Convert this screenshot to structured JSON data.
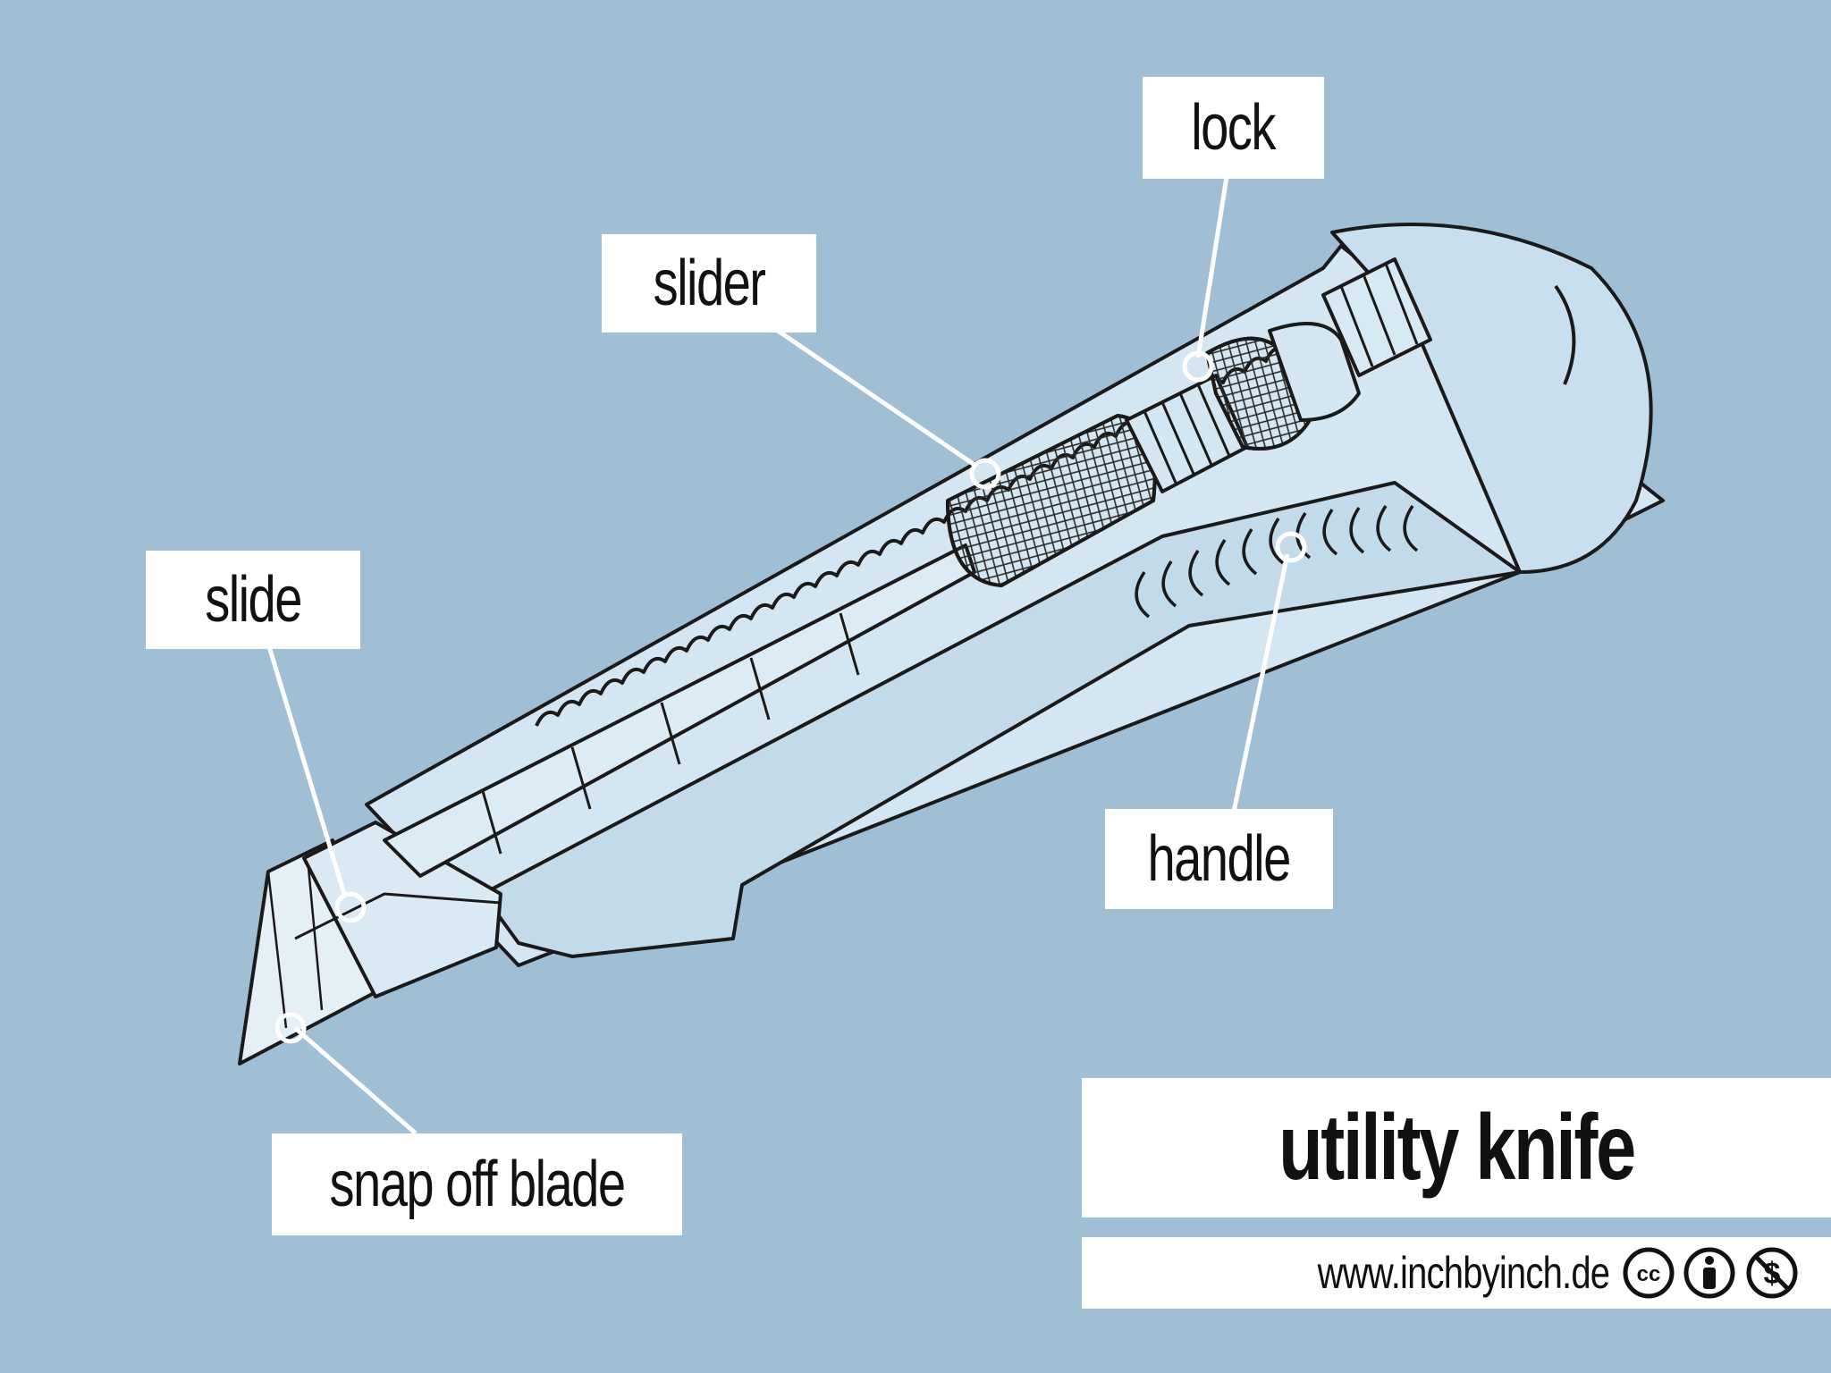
{
  "labels": {
    "lock": "lock",
    "slider": "slider",
    "slide": "slide",
    "handle": "handle",
    "snap_off_blade": "snap off blade"
  },
  "title": "utility knife",
  "footer": {
    "url": "www.inchbyinch.de",
    "license_icons": [
      "cc-icon",
      "by-attribution-icon",
      "noncommercial-icon"
    ]
  },
  "colors": {
    "background": "#a0bfd4",
    "knife_fill": "#cfe3ef",
    "outline": "#1a1a1a",
    "leader_line": "#ffffff"
  }
}
